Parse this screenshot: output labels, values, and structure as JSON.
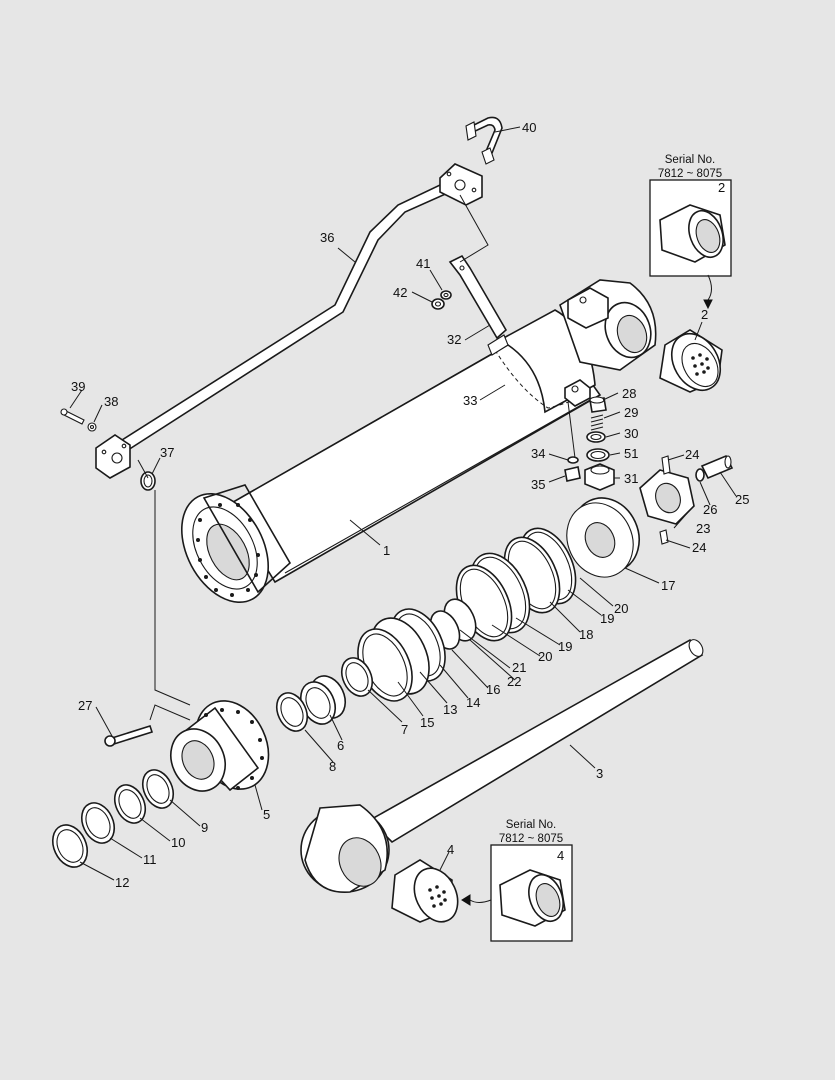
{
  "colors": {
    "background": "#e6e6e6",
    "line": "#1a1a1a",
    "fill": "#ffffff"
  },
  "insets": {
    "top": {
      "line1": "Serial No.",
      "line2": "7812 ~ 8075",
      "part": "2"
    },
    "bottom": {
      "line1": "Serial No.",
      "line2": "7812 ~ 8075",
      "part": "4"
    }
  },
  "callouts": {
    "c1": "1",
    "c2": "2",
    "c3": "3",
    "c4": "4",
    "c5": "5",
    "c6": "6",
    "c7": "7",
    "c8": "8",
    "c9": "9",
    "c10": "10",
    "c11": "11",
    "c12": "12",
    "c13": "13",
    "c14": "14",
    "c15": "15",
    "c16": "16",
    "c17": "17",
    "c18": "18",
    "c19a": "19",
    "c19b": "19",
    "c20a": "20",
    "c20b": "20",
    "c21": "21",
    "c22": "22",
    "c23": "23",
    "c24a": "24",
    "c24b": "24",
    "c25": "25",
    "c26": "26",
    "c27": "27",
    "c28": "28",
    "c29": "29",
    "c30": "30",
    "c31": "31",
    "c32": "32",
    "c33": "33",
    "c34": "34",
    "c35": "35",
    "c36": "36",
    "c37": "37",
    "c38": "38",
    "c39": "39",
    "c40": "40",
    "c41": "41",
    "c42": "42",
    "c51": "51"
  }
}
